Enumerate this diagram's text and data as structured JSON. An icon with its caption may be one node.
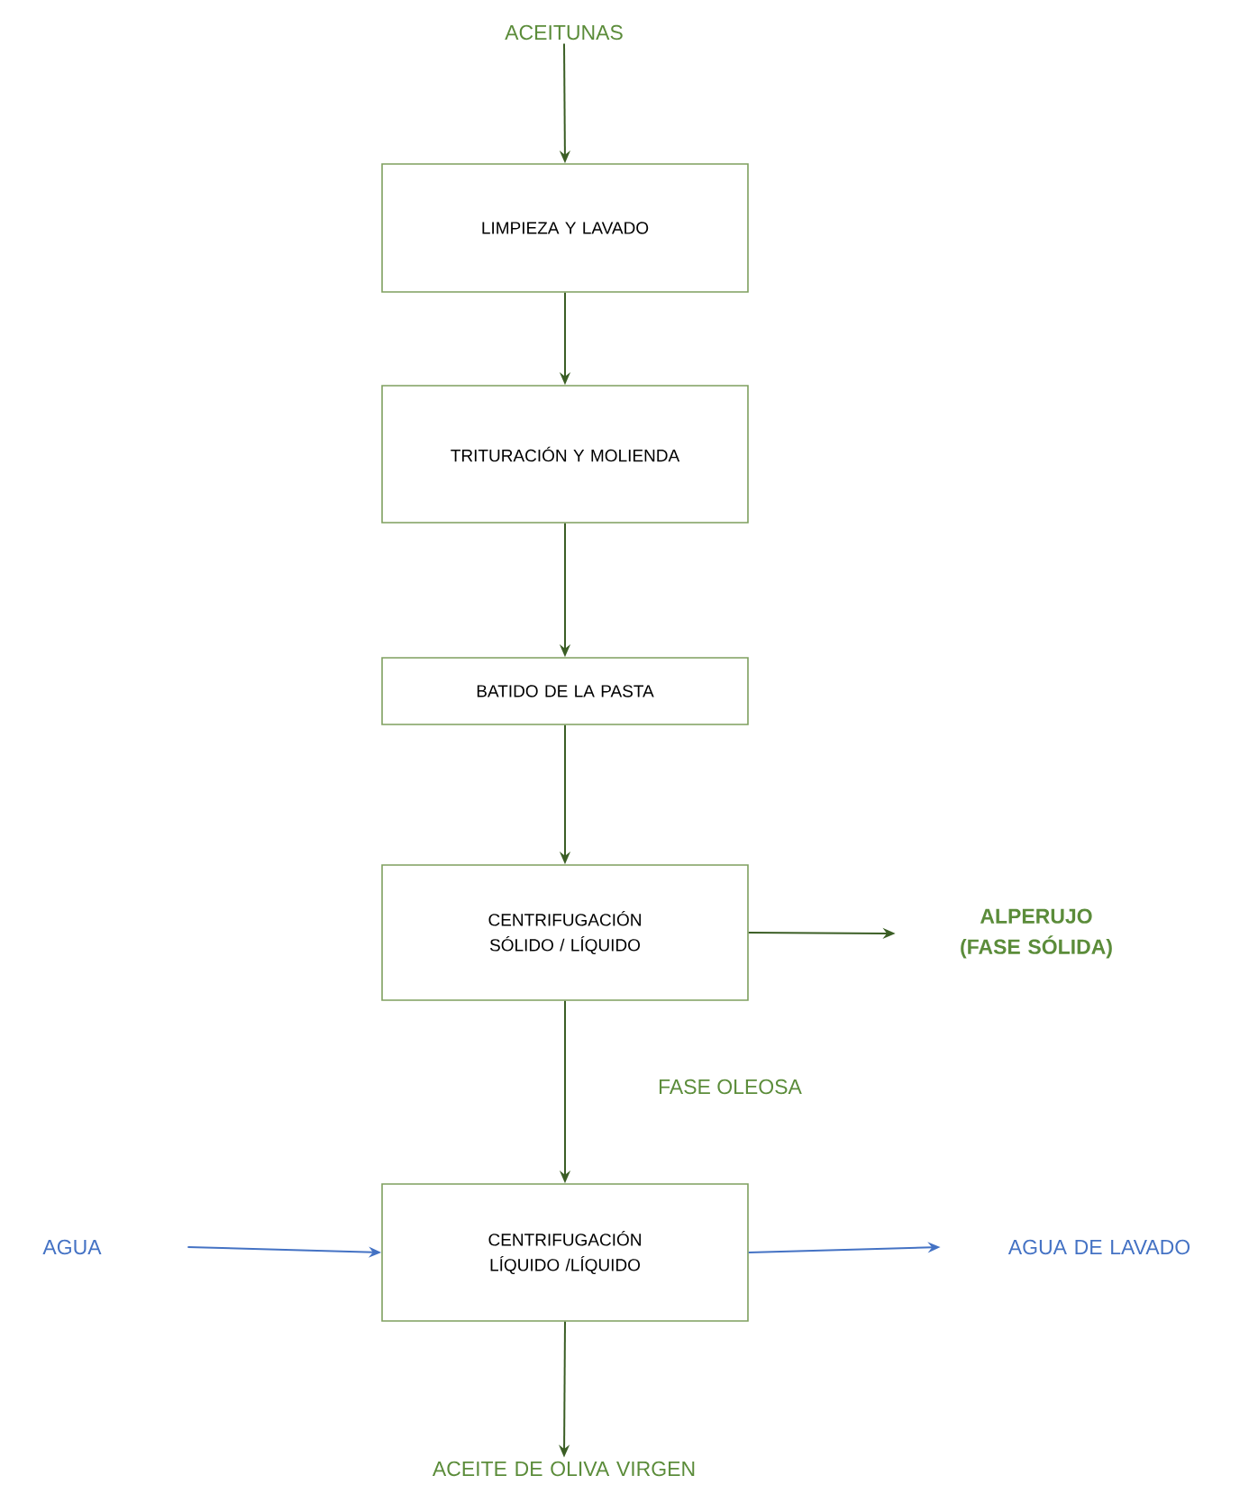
{
  "diagram": {
    "nodes": [
      {
        "text": [
          "ACEITUNAS"
        ]
      },
      {
        "text": [
          "LIMPIEZA Y LAVADO"
        ]
      },
      {
        "text": [
          "TRITURACIÓN Y MOLIENDA"
        ]
      },
      {
        "text": [
          "BATIDO DE LA PASTA"
        ]
      },
      {
        "text": [
          "CENTRIFUGACIÓN SÓLIDO / LÍQUIDO"
        ]
      },
      {
        "text": [
          "ALPERUJO (FASE SÓLIDA)"
        ]
      },
      {
        "text": [
          "AGUA"
        ]
      },
      {
        "text": [
          "CENTRIFUGACIÓN LÍQUIDO /LÍQUIDO"
        ]
      },
      {
        "text": [
          "AGUA DE LAVADO"
        ]
      },
      {
        "text": [
          "ACEITE DE OLIVA VIRGEN"
        ]
      }
    ],
    "edges": [
      {
        "from": 0,
        "to": 1,
        "arrow": "to"
      },
      {
        "from": 1,
        "to": 2,
        "arrow": "to"
      },
      {
        "from": 2,
        "to": 3,
        "arrow": "to"
      },
      {
        "from": 3,
        "to": 4,
        "arrow": "to"
      },
      {
        "from": 4,
        "to": 5,
        "arrow": "to"
      },
      {
        "from": 4,
        "to": 7,
        "arrow": "to",
        "label": "FASE OLEOSA"
      },
      {
        "from": 6,
        "to": 7,
        "arrow": "to",
        "color": "#4472c4"
      },
      {
        "from": 7,
        "to": 8,
        "arrow": "to",
        "color": "#4472c4"
      },
      {
        "from": 7,
        "to": 9,
        "arrow": "to"
      }
    ]
  }
}
